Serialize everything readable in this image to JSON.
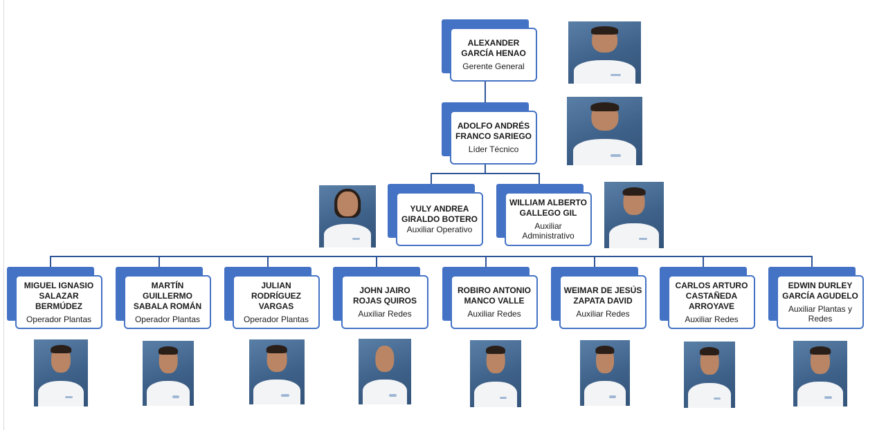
{
  "org": {
    "gerente": {
      "name": "ALEXANDER GARCÍA HENAO",
      "role": "Gerente General"
    },
    "lider": {
      "name": "ADOLFO ANDRÉS FRANCO SARIEGO",
      "role": "Líder Técnico"
    },
    "aux_operativo": {
      "name": "YULY ANDREA GIRALDO BOTERO",
      "role": "Auxiliar Operativo"
    },
    "aux_admin": {
      "name": "WILLIAM ALBERTO GALLEGO GIL",
      "role": "Auxiliar Administrativo"
    },
    "staff": [
      {
        "name": "MIGUEL IGNASIO SALAZAR BERMÚDEZ",
        "role": "Operador Plantas"
      },
      {
        "name": "MARTÍN GUILLERMO SABALA ROMÁN",
        "role": "Operador Plantas"
      },
      {
        "name": "JULIAN RODRÍGUEZ VARGAS",
        "role": "Operador Plantas"
      },
      {
        "name": "JOHN JAIRO ROJAS QUIROS",
        "role": "Auxiliar Redes"
      },
      {
        "name": "ROBIRO ANTONIO MANCO VALLE",
        "role": "Auxiliar Redes"
      },
      {
        "name": "WEIMAR DE JESÚS ZAPATA DAVID",
        "role": "Auxiliar Redes"
      },
      {
        "name": "CARLOS ARTURO CASTAÑEDA ARROYAVE",
        "role": "Auxiliar Redes"
      },
      {
        "name": "EDWIN DURLEY GARCÍA AGUDELO",
        "role": "Auxiliar Plantas y Redes"
      }
    ]
  },
  "colors": {
    "box_fill": "#4472c4",
    "box_border": "#4472c4",
    "connector": "#2f5597"
  }
}
